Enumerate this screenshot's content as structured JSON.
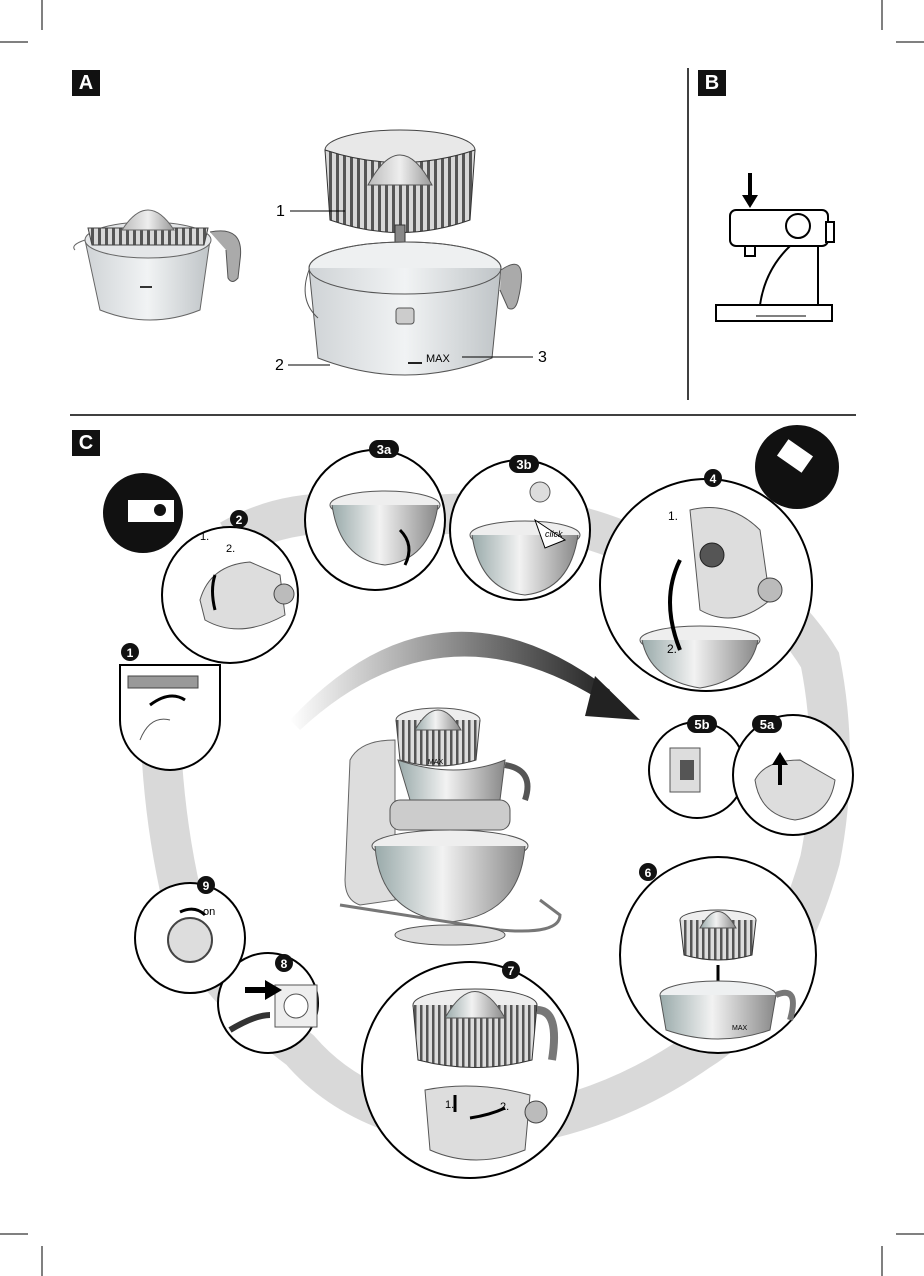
{
  "sections": {
    "a": {
      "tag": "A"
    },
    "b": {
      "tag": "B"
    },
    "c": {
      "tag": "C"
    }
  },
  "figure_a": {
    "callouts": [
      "1",
      "2",
      "3"
    ],
    "max_label": "MAX"
  },
  "figure_c": {
    "steps": [
      "1",
      "2",
      "3a",
      "3b",
      "4",
      "5b",
      "5a",
      "6",
      "7",
      "8",
      "9"
    ],
    "step2_sub": [
      "1.",
      "2."
    ],
    "step3b_click": "click",
    "step4_sub": [
      "1.",
      "2."
    ],
    "step7_sub": [
      "1.",
      "2."
    ],
    "step9_on": "on",
    "center_max": "MAX",
    "step6_max": "MAX"
  }
}
